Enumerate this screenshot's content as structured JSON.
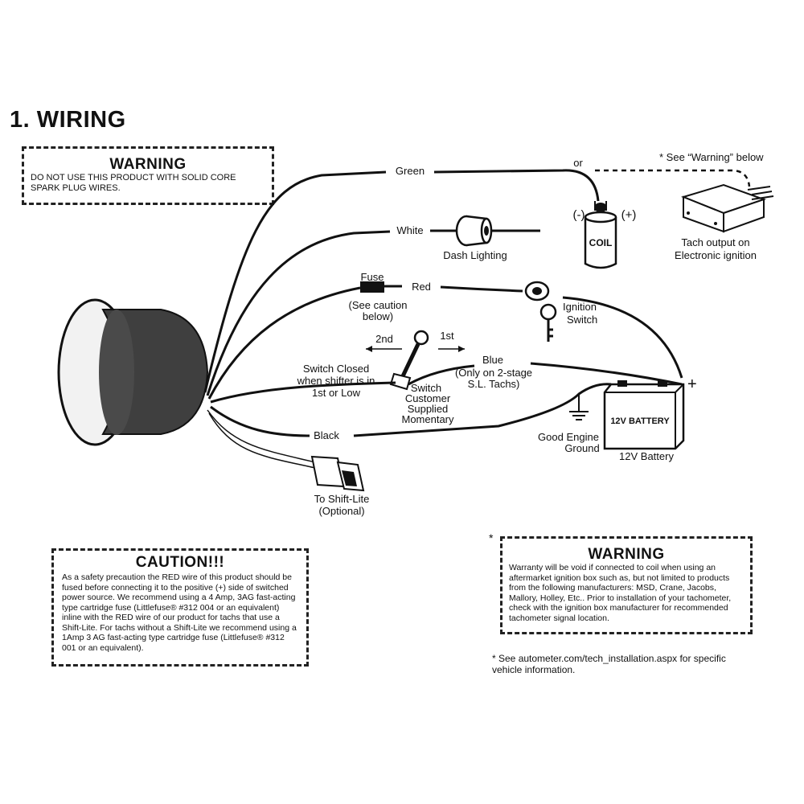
{
  "title": "1. WIRING",
  "warning_top": {
    "title": "WARNING",
    "body": "DO NOT USE THIS PRODUCT WITH SOLID CORE SPARK PLUG WIRES."
  },
  "wires": {
    "green": "Green",
    "white": "White",
    "red": "Red",
    "blue": "Blue",
    "black": "Black"
  },
  "labels": {
    "or": "or",
    "see_warning": "* See “Warning” below",
    "coil_minus": "(-)",
    "coil_plus": "(+)",
    "coil": "COIL",
    "tach_output_1": "Tach output on",
    "tach_output_2": "Electronic ignition",
    "dash_lighting": "Dash Lighting",
    "fuse": "Fuse",
    "see_caution_1": "(See caution",
    "see_caution_2": "below)",
    "ignition_1": "Ignition",
    "ignition_2": "Switch",
    "second": "2nd",
    "first": "1st",
    "switch_closed_1": "Switch Closed",
    "switch_closed_2": "when shifter is in",
    "switch_closed_3": "1st or Low",
    "switch_customer_1": "Switch",
    "switch_customer_2": "Customer",
    "switch_customer_3": "Supplied",
    "switch_customer_4": "Momentary",
    "blue_note_1": "(Only on 2-stage",
    "blue_note_2": "S.L. Tachs)",
    "battery_plus": "+",
    "battery_label": "12V BATTERY",
    "battery_caption": "12V Battery",
    "ground_1": "Good Engine",
    "ground_2": "Ground",
    "shift_lite_1": "To Shift-Lite",
    "shift_lite_2": "(Optional)"
  },
  "caution": {
    "title": "CAUTION!!!",
    "body": "As a safety precaution the RED wire of this product should be fused before connecting it to the positive (+) side of switched power source. We recommend using a 4 Amp, 3AG fast-acting type cartridge fuse (Littlefuse® #312 004 or an equivalent) inline with the RED wire of our product for tachs that use a Shift-Lite. For tachs without a Shift-Lite we recommend using a 1Amp 3 AG fast-acting type cartridge fuse (Littlefuse® #312 001 or an equivalent)."
  },
  "warning_bottom": {
    "star": "*",
    "title": "WARNING",
    "body": "Warranty will be void if connected to coil when using an aftermarket ignition box such as, but not limited to products from the following manufacturers: MSD, Crane, Jacobs, Mallory, Holley, Etc.. Prior to installation of your tachometer, check with the ignition box manufacturer for recommended tachometer signal location."
  },
  "footnote": "* See autometer.com/tech_installation.aspx for specific vehicle information."
}
